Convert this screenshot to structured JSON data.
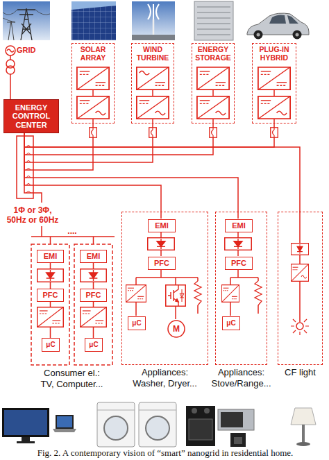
{
  "diagram": {
    "caption": "Fig. 2. A contemporary vision of “smart” nanogrid in residential home.",
    "nodes": [
      {
        "text": [
          "SOLAR ARRAY"
        ]
      },
      {
        "text": [
          "WIND TURBINE"
        ]
      },
      {
        "text": [
          "ENERGY STORAGE"
        ]
      },
      {
        "text": [
          "PLUG-IN HYBRID"
        ]
      },
      {
        "text": [
          "ENERGY CONTROL CENTER"
        ]
      },
      {
        "text": [
          "EMI"
        ]
      },
      {
        "text": [
          "PFC"
        ]
      },
      {
        "text": [
          "μC"
        ]
      },
      {
        "text": [
          "EMI"
        ]
      },
      {
        "text": [
          "PFC"
        ]
      },
      {
        "text": [
          "μC"
        ]
      },
      {
        "text": [
          "Appliances: Washer, Dryer..."
        ]
      },
      {
        "text": [
          "EMI"
        ],
        "in": 11
      },
      {
        "text": [
          "PFC"
        ],
        "in": 11
      },
      {
        "text": [
          "μC"
        ],
        "in": 11
      },
      {
        "text": [
          "M"
        ],
        "in": 11
      },
      {
        "text": [
          "Appliances: Stove/Range..."
        ]
      },
      {
        "text": [
          "EMI"
        ],
        "in": 16
      },
      {
        "text": [
          "PFC"
        ],
        "in": 16
      },
      {
        "text": [
          "μC"
        ],
        "in": 16
      },
      {
        "text": [
          "CF light"
        ]
      }
    ],
    "edges": [
      {
        "from": 4,
        "to": 0,
        "arrow": "none"
      },
      {
        "from": 4,
        "to": 1,
        "arrow": "none"
      },
      {
        "from": 4,
        "to": 2,
        "arrow": "none"
      },
      {
        "from": 4,
        "to": 3,
        "arrow": "none"
      },
      {
        "from": 4,
        "to": 11,
        "arrow": "none"
      },
      {
        "from": 4,
        "to": 16,
        "arrow": "none"
      },
      {
        "from": 4,
        "to": 20,
        "arrow": "none"
      }
    ],
    "labels": [
      "GRID",
      "1Φ or 3Φ, 50Hz or 60Hz",
      "....",
      "Consumer el.: TV, Computer..."
    ]
  }
}
